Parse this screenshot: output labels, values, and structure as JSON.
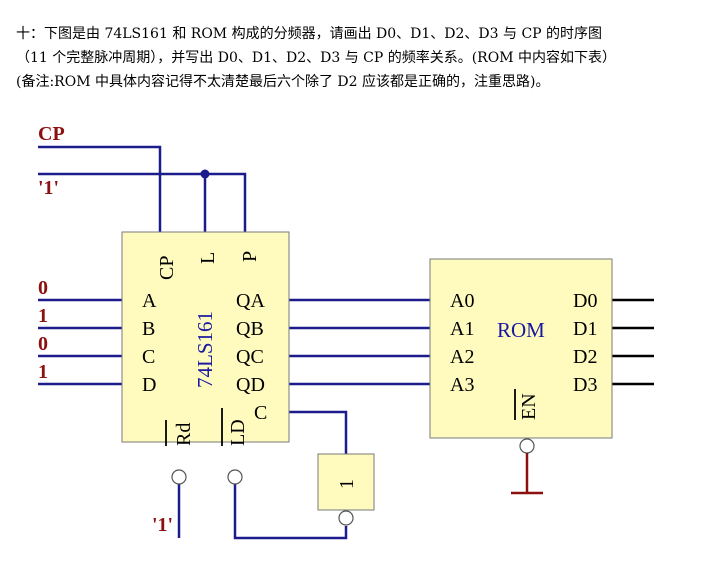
{
  "question": {
    "line1": "十：下图是由 74LS161 和 ROM 构成的分频器，请画出 D0、D1、D2、D3 与 CP 的时序图",
    "line2": "（11 个完整脉冲周期），并写出 D0、D1、D2、D3 与 CP 的频率关系。(ROM 中内容如下表）",
    "line3": "(备注:ROM 中具体内容记得不太清楚最后六个除了 D2 应该都是正确的，注重思路)。"
  },
  "circuit": {
    "cp_input": "CP",
    "one_input_top": "'1'",
    "one_input_bottom": "'1'",
    "inputs": [
      "0",
      "1",
      "0",
      "1"
    ],
    "counter": {
      "name": "74LS161",
      "top_pins": [
        "CP",
        "L",
        "P"
      ],
      "data_pins": [
        "A",
        "B",
        "C",
        "D"
      ],
      "output_pins": [
        "QA",
        "QB",
        "QC",
        "QD"
      ],
      "carry_pin": "C",
      "bottom_pins": [
        "Rd",
        "LD"
      ]
    },
    "inverter": {
      "label": "1"
    },
    "rom": {
      "name": "ROM",
      "address_pins": [
        "A0",
        "A1",
        "A2",
        "A3"
      ],
      "data_pins": [
        "D0",
        "D1",
        "D2",
        "D3"
      ],
      "enable_pin": "EN"
    }
  },
  "colors": {
    "wire": "#1c1c8c",
    "label_red": "#8b1010",
    "chip_fill": "#fffbbf",
    "chip_text_blue": "#1a1aa0",
    "ground": "#8b1010"
  }
}
